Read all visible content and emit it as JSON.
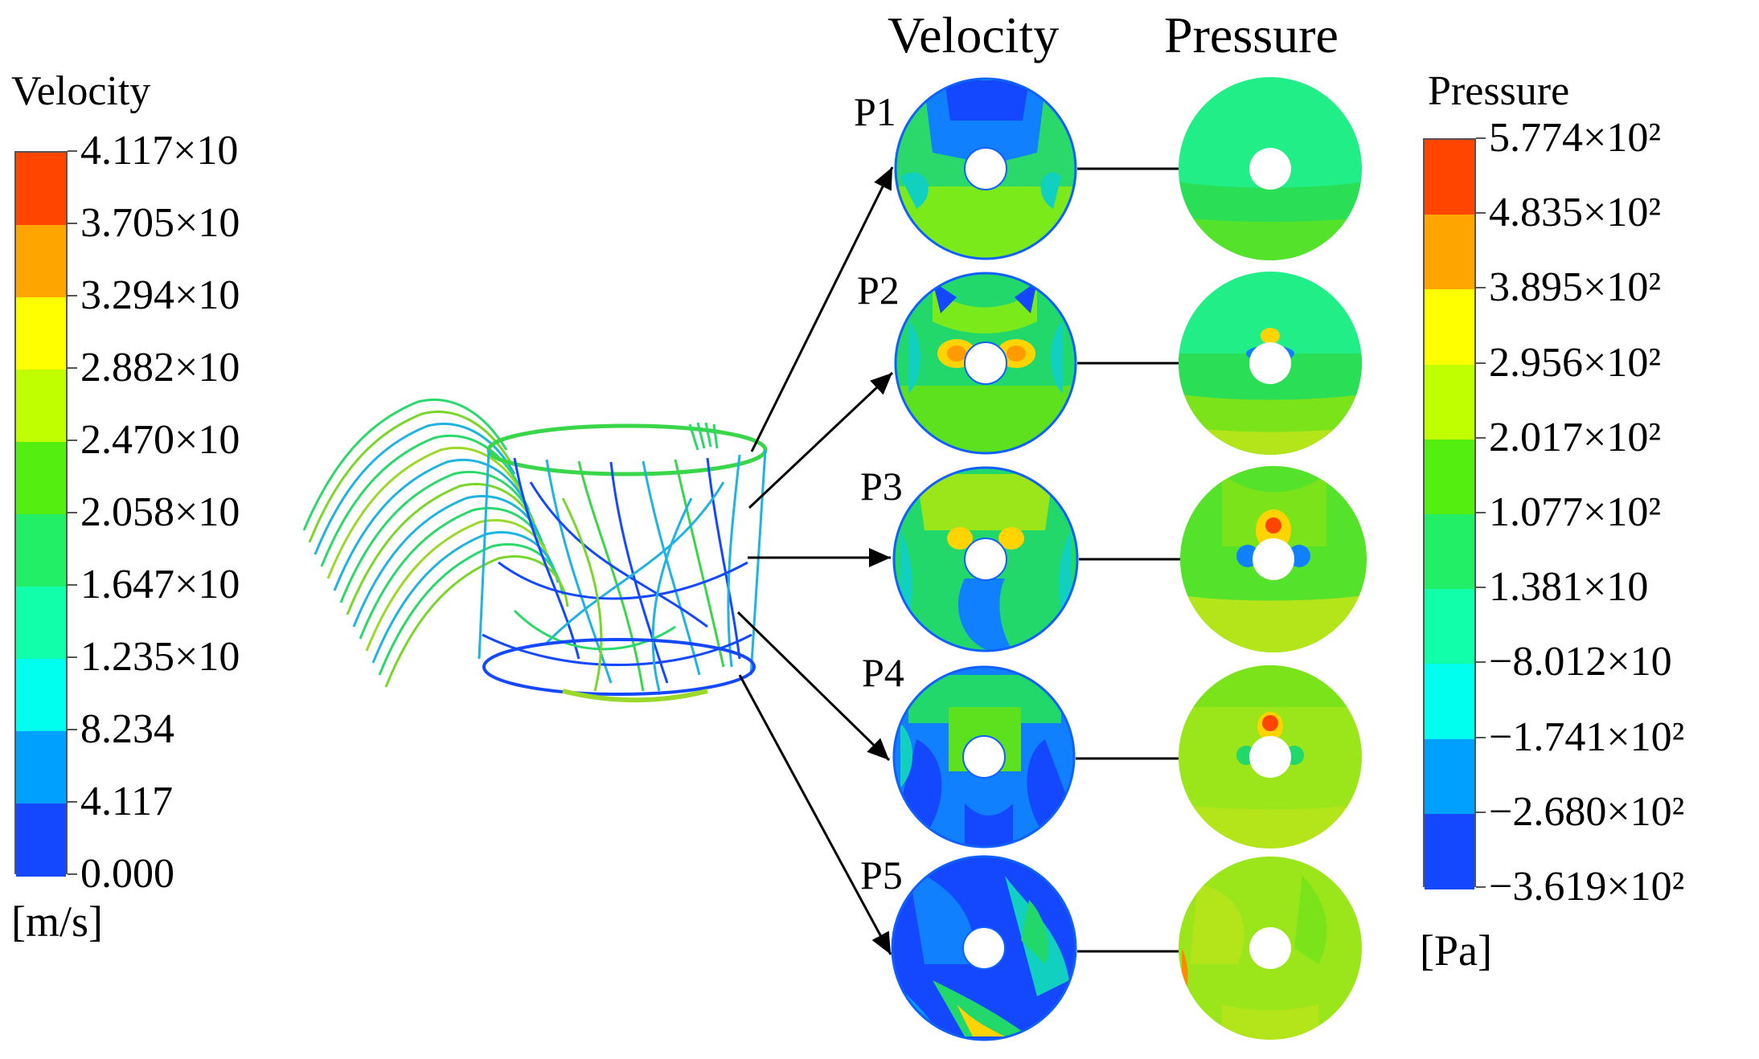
{
  "velocity_colorbar": {
    "title": "Velocity",
    "unit": "[m/s]",
    "ticks": [
      "4.117×10",
      "3.705×10",
      "3.294×10",
      "2.882×10",
      "2.470×10",
      "2.058×10",
      "1.647×10",
      "1.235×10",
      "8.234",
      "4.117",
      "0.000"
    ],
    "colors": [
      "#ff4500",
      "#ffa500",
      "#ffff00",
      "#bfff00",
      "#55ee11",
      "#22ee66",
      "#11ffaa",
      "#00ffee",
      "#00a0ff",
      "#1448ff"
    ]
  },
  "pressure_colorbar": {
    "title": "Pressure",
    "unit": "[Pa]",
    "ticks": [
      "5.774×10²",
      "4.835×10²",
      "3.895×10²",
      "2.956×10²",
      "2.017×10²",
      "1.077×10²",
      "1.381×10",
      "−8.012×10",
      "−1.741×10²",
      "−2.680×10²",
      "−3.619×10²"
    ],
    "colors": [
      "#ff4500",
      "#ffa500",
      "#ffff00",
      "#bfff00",
      "#55ee11",
      "#22ee66",
      "#11ffaa",
      "#00ffee",
      "#00a0ff",
      "#1448ff"
    ]
  },
  "columns": {
    "velocity_header": "Velocity",
    "pressure_header": "Pressure"
  },
  "planes": [
    "P1",
    "P2",
    "P3",
    "P4",
    "P5"
  ]
}
